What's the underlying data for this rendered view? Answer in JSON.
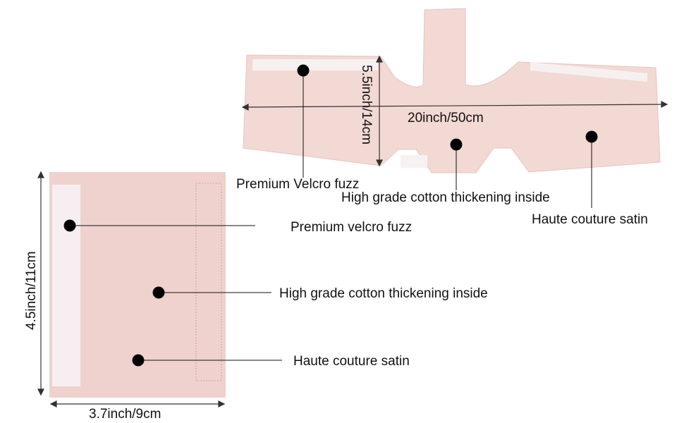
{
  "product_diagram": {
    "large_piece": {
      "width_label": "20inch/50cm",
      "height_label": "5.5inch/14cm",
      "callouts": [
        {
          "label": "Premium Velcro fuzz"
        },
        {
          "label": "High grade cotton thickening inside"
        },
        {
          "label": "Haute couture satin"
        }
      ]
    },
    "small_piece": {
      "width_label": "3.7inch/9cm",
      "height_label": "4.5inch/11cm",
      "callouts": [
        {
          "label": "Premium velcro fuzz"
        },
        {
          "label": "High grade cotton thickening inside"
        },
        {
          "label": "Haute couture satin"
        }
      ]
    },
    "colors": {
      "satin": "#f0d6d2",
      "velcro": "#f6eef0",
      "stitch": "#d99aa8"
    }
  }
}
